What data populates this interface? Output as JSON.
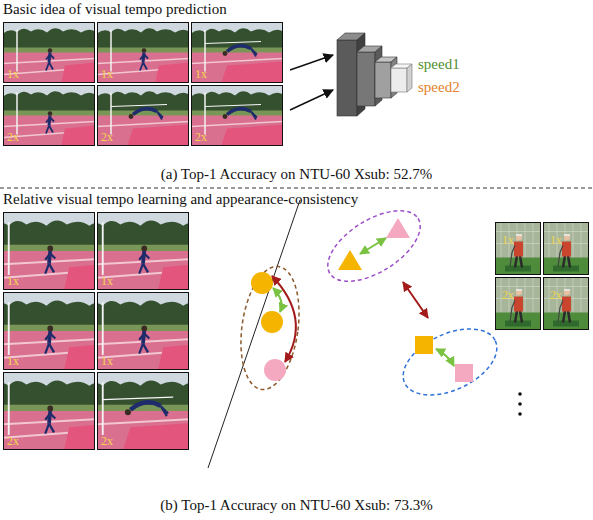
{
  "diagram": {
    "nodes": [
      {
        "text": [
          "1x"
        ]
      },
      {
        "text": [
          "1x"
        ]
      },
      {
        "text": [
          "1x"
        ]
      },
      {
        "text": [
          "2x"
        ]
      },
      {
        "text": [
          "2x"
        ]
      },
      {
        "text": [
          "2x"
        ]
      },
      {
        "text": [
          "1x"
        ]
      },
      {
        "text": [
          "1x"
        ]
      },
      {
        "text": [
          "1x"
        ]
      },
      {
        "text": [
          "1x"
        ]
      },
      {
        "text": [
          "2x"
        ]
      },
      {
        "text": [
          "2x"
        ]
      },
      {
        "text": [
          "1x"
        ]
      },
      {
        "text": [
          "1x"
        ]
      },
      {
        "text": [
          "2x"
        ]
      },
      {
        "text": [
          "2x"
        ]
      }
    ],
    "labels": [
      "Basic idea of visual tempo prediction",
      "speed1",
      "speed2",
      "(a) Top-1 Accuracy on NTU-60 Xsub: 52.7%",
      "Relative visual tempo learning and appearance-consistency",
      "(b) Top-1 Accuracy on NTU-60 Xsub: 73.3%"
    ]
  }
}
